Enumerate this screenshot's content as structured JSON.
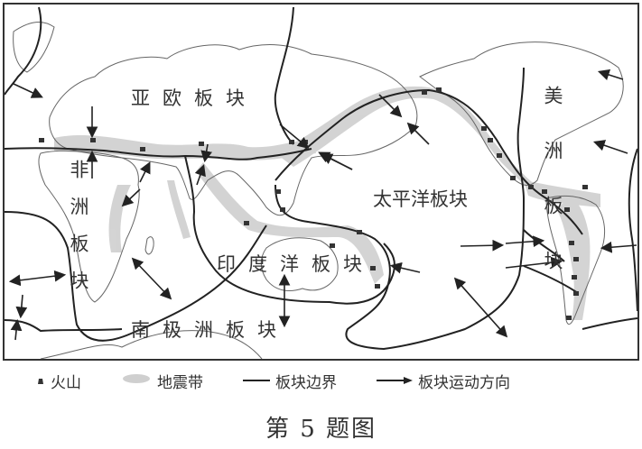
{
  "map": {
    "plates": [
      {
        "id": "eurasian",
        "label": "亚欧板块"
      },
      {
        "id": "african",
        "label": "非洲板块"
      },
      {
        "id": "pacific",
        "label": "太平洋板块"
      },
      {
        "id": "indian_ocean",
        "label": "印度洋板块"
      },
      {
        "id": "antarctic",
        "label": "南极洲板块"
      },
      {
        "id": "american",
        "label": "美洲板块"
      }
    ],
    "colors": {
      "boundary": "#222222",
      "coastline": "#555555",
      "seismic_belt": "#c8c8c8",
      "volcano": "#333333",
      "arrow": "#222222"
    }
  },
  "legend": {
    "items": [
      {
        "icon": "volcano-icon",
        "label": "火山"
      },
      {
        "icon": "seismic-belt-icon",
        "label": "地震带"
      },
      {
        "icon": "plate-boundary-line-icon",
        "label": "板块边界"
      },
      {
        "icon": "plate-motion-arrow-icon",
        "label": "板块运动方向"
      }
    ]
  },
  "caption": "第 5 题图"
}
